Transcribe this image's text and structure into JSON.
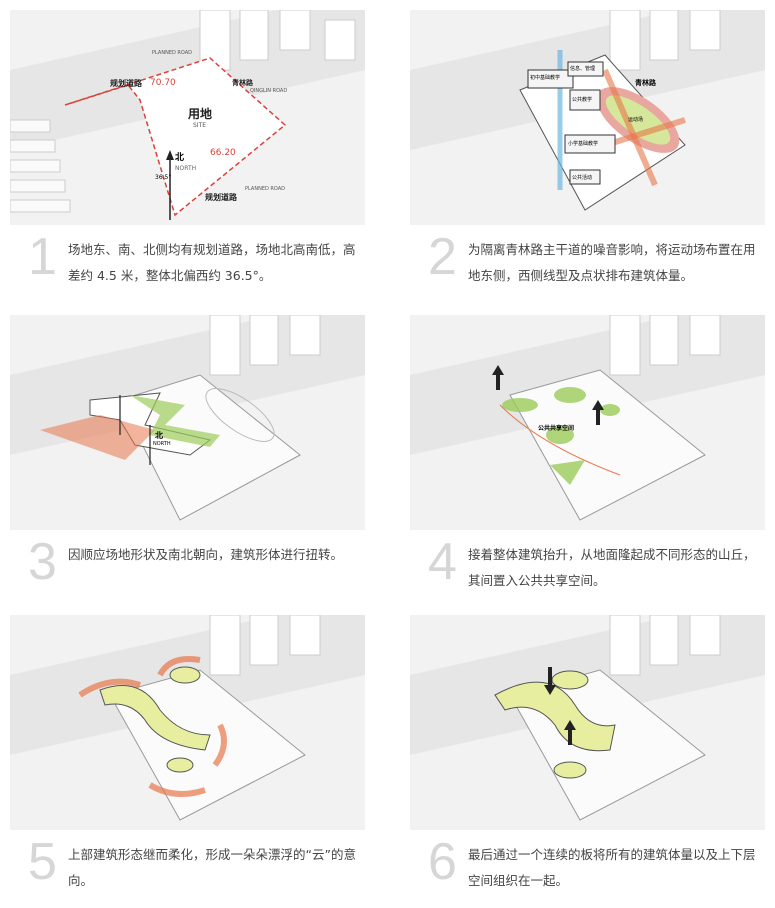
{
  "panels": [
    {
      "num": "1",
      "text": "场地东、南、北侧均有规划道路，场地北高南低，高差约 4.5 米，整体北偏西约 36.5°。",
      "labels": {
        "road_n_cn": "规划道路",
        "road_n_en": "PLANNED ROAD",
        "road_e_cn": "青林路",
        "road_e_en": "QINGLIN ROAD",
        "road_s_cn": "规划道路",
        "road_s_en": "PLANNED ROAD",
        "site_cn": "用地",
        "site_en": "SITE",
        "elev_high": "70.70",
        "elev_low": "66.20",
        "north_cn": "北",
        "north_en": "NORTH",
        "angle": "36.5°"
      }
    },
    {
      "num": "2",
      "text": "为隔离青林路主干道的噪音影响，将运动场布置在用地东侧，西侧线型及点状排布建筑体量。",
      "labels": {
        "junior": "初中基础教学",
        "admin": "信息、管理",
        "public_teach": "公共教学",
        "primary": "小学基础教学",
        "public_act": "公共活动",
        "field": "运动场",
        "road_e_cn": "青林路"
      }
    },
    {
      "num": "3",
      "text": "因顺应场地形状及南北朝向，建筑形体进行扭转。",
      "labels": {
        "north_cn": "北",
        "north_en": "NORTH"
      }
    },
    {
      "num": "4",
      "text": "接着整体建筑抬升，从地面隆起成不同形态的山丘，其间置入公共共享空间。",
      "labels": {
        "shared": "公共共享空间"
      }
    },
    {
      "num": "5",
      "text": "上部建筑形态继而柔化，形成一朵朵漂浮的“云”的意向。"
    },
    {
      "num": "6",
      "text": "最后通过一个连续的板将所有的建筑体量以及上下层空间组织在一起。"
    }
  ],
  "colors": {
    "red": "#d9423a",
    "green": "#9ccc5a",
    "orange": "#e8774a",
    "blue": "#6fb7e0",
    "yellow": "#e8eea0"
  }
}
